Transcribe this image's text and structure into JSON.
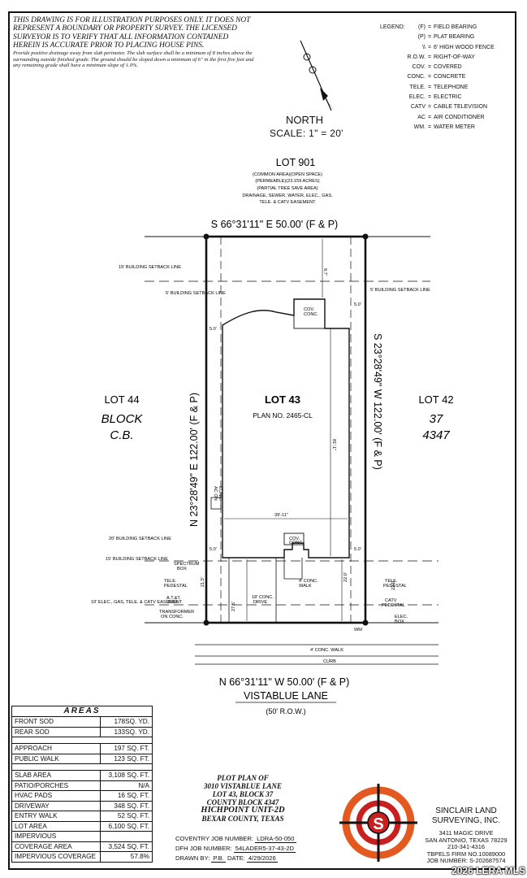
{
  "disclaimer": "This drawing is for illustration purposes only. It does not represent a boundary or property survey. The licensed surveyor is to verify that all information contained herein is accurate prior to placing house pins.",
  "drainage_note": "Provide positive drainage away from slab perimeter. The slab surface shall be a minimum of 8 inches above the surrounding outside finished grade. The ground should be sloped down a minimum of 6\" in the first five feet and any remaining grade shall have a minimum slope of 1.0%.",
  "legend": {
    "title": "LEGEND:",
    "items": [
      {
        "key": "(F)",
        "value": "FIELD BEARING"
      },
      {
        "key": "(P)",
        "value": "PLAT BEARING"
      },
      {
        "key": "\\\\",
        "value": "6' HIGH WOOD FENCE"
      },
      {
        "key": "R.O.W.",
        "value": "RIGHT-OF-WAY"
      },
      {
        "key": "COV.",
        "value": "COVERED"
      },
      {
        "key": "CONC.",
        "value": "CONCRETE"
      },
      {
        "key": "TELE.",
        "value": "TELEPHONE"
      },
      {
        "key": "ELEC.",
        "value": "ELECTRIC"
      },
      {
        "key": "CATV",
        "value": "CABLE TELEVISION"
      },
      {
        "key": "AC",
        "value": "AIR CONDITIONER"
      },
      {
        "key": "WM.",
        "value": "WATER METER"
      }
    ]
  },
  "north_label": "NORTH",
  "scale": "SCALE: 1\" = 20'",
  "plan": {
    "lot_901": "LOT 901",
    "lot_901_lines": [
      "(COMMON AREA)(OPEN SPACE)",
      "(PERMEABLE)(23.159 ACRES)",
      "(PARTIAL TREE SAVE AREA)",
      "DRAINAGE, SEWER, WATER, ELEC., GAS,",
      "TELE. & CATV EASEMENT"
    ],
    "north_line": "S 66°31'11\" E 50.00' (F & P)",
    "south_line": "N 66°31'11\" W 50.00' (F & P)",
    "west_line": "N 23°28'49\" E 122.00' (F & P)",
    "east_line": "S 23°28'49\" W 122.00' (F & P)",
    "lot_44": [
      "LOT 44",
      "BLOCK",
      "C.B."
    ],
    "lot_42": [
      "LOT 42",
      "37",
      "4347"
    ],
    "lot_43": "LOT 43",
    "plan_no": "PLAN NO. 2465-CL",
    "street": "VISTABLUE LANE",
    "row": "(50' R.O.W.)",
    "setback_15_rear": "15' BUILDING SETBACK LINE",
    "setback_5_w": "5' BUILDING SETBACK LINE",
    "setback_5_e": "5' BUILDING SETBACK LINE",
    "setback_20": "20' BUILDING SETBACK LINE",
    "setback_15_front": "15' BUILDING SETBACK LINE",
    "easement": "10' ELEC., GAS, TELE. & CATV EASEMENT",
    "dim_rear": "9.7'",
    "dim_5_nw": "5.0'",
    "dim_5_ne": "5.0'",
    "dim_5_sw": "5.0'",
    "dim_5_se": "5.0'",
    "dim_width": "39'-11\"",
    "dim_depth": "81'-1\"",
    "dim_front": "22.0'",
    "dim_drive": "27.5'",
    "dim_walk_l": "21.5'",
    "dim_east_front": "22.0'",
    "cov_conc_rear": [
      "COV.",
      "CONC."
    ],
    "cov_conc_front": [
      "COV.",
      "CONC."
    ],
    "ac_pad": [
      "AC ON",
      "CONC."
    ],
    "spectrum": [
      "SPECTRUM",
      "BOX"
    ],
    "tele_pedestal_l": [
      "TELE.",
      "PEDESTAL"
    ],
    "att_box": [
      "A.T.&T.",
      "BOX"
    ],
    "transformer": [
      "TRANSFORMER",
      "ON CONC."
    ],
    "conc_drive": [
      "18' CONC.",
      "DRIVE"
    ],
    "conc_walk": [
      "4' CONC.",
      "WALK"
    ],
    "tele_pedestal_r": [
      "TELE.",
      "PEDESTAL"
    ],
    "catv_pedestal": [
      "CATV",
      "PEDESTAL"
    ],
    "elec_box": [
      "ELEC.",
      "BOX"
    ],
    "walk_4": "4' CONC. WALK",
    "curb": "CURB",
    "wm": "WM"
  },
  "areas": {
    "title": "AREAS",
    "rows": [
      {
        "label": "FRONT SOD",
        "value": "178SQ. YD."
      },
      {
        "label": "REAR SOD",
        "value": "133SQ. YD."
      },
      null,
      {
        "label": "APPROACH",
        "value": "197 SQ. FT."
      },
      {
        "label": "PUBLIC WALK",
        "value": "123 SQ. FT."
      },
      null,
      {
        "label": "SLAB AREA",
        "value": "3,108 SQ. FT."
      },
      {
        "label": "PATIO/PORCHES",
        "value": "N/A"
      },
      {
        "label": "HVAC PADS",
        "value": "16 SQ. FT."
      },
      {
        "label": "DRIVEWAY",
        "value": "348 SQ. FT."
      },
      {
        "label": "ENTRY WALK",
        "value": "52 SQ. FT."
      },
      {
        "label": "LOT AREA",
        "value": "6,100 SQ. FT."
      },
      {
        "label": "IMPERVIOUS",
        "value": ""
      },
      {
        "label": "COVERAGE AREA",
        "value": "3,524 SQ. FT."
      },
      {
        "label": "IMPERVIOUS COVERAGE",
        "value": "57.8%"
      }
    ]
  },
  "title_block": {
    "lines": [
      "PLOT PLAN OF",
      "3010 VISTABLUE LANE",
      "LOT 43, BLOCK 37",
      "COUNTY BLOCK 4347",
      "HICHPOINT UNIT-2D",
      "BEXAR COUNTY, TEXAS"
    ]
  },
  "jobs": {
    "coventry_label": "COVENTRY JOB NUMBER:",
    "coventry_value": "LDRA-50-050",
    "dfh_label": "DFH JOB NUMBER:",
    "dfh_value": "54LADER5-37-43-2D",
    "drawn_label": "DRAWN BY:",
    "drawn_value": "P.B.",
    "date_label": "DATE:",
    "date_value": "4/29/2026"
  },
  "company": {
    "name": [
      "SINCLAIR LAND",
      "SURVEYING, INC."
    ],
    "address": [
      "3411 MAGIC DRIVE",
      "SAN ANTONIO, TEXAS 78229",
      "210-341-4316",
      "TBPELS FIRM NO.10089000"
    ],
    "job_number": "JOB NUMBER: S-202687574"
  },
  "watermark": "2026 LERA MLS",
  "colors": {
    "logo_orange": "#e3591f",
    "logo_red": "#c8201f",
    "ink": "#111111"
  }
}
